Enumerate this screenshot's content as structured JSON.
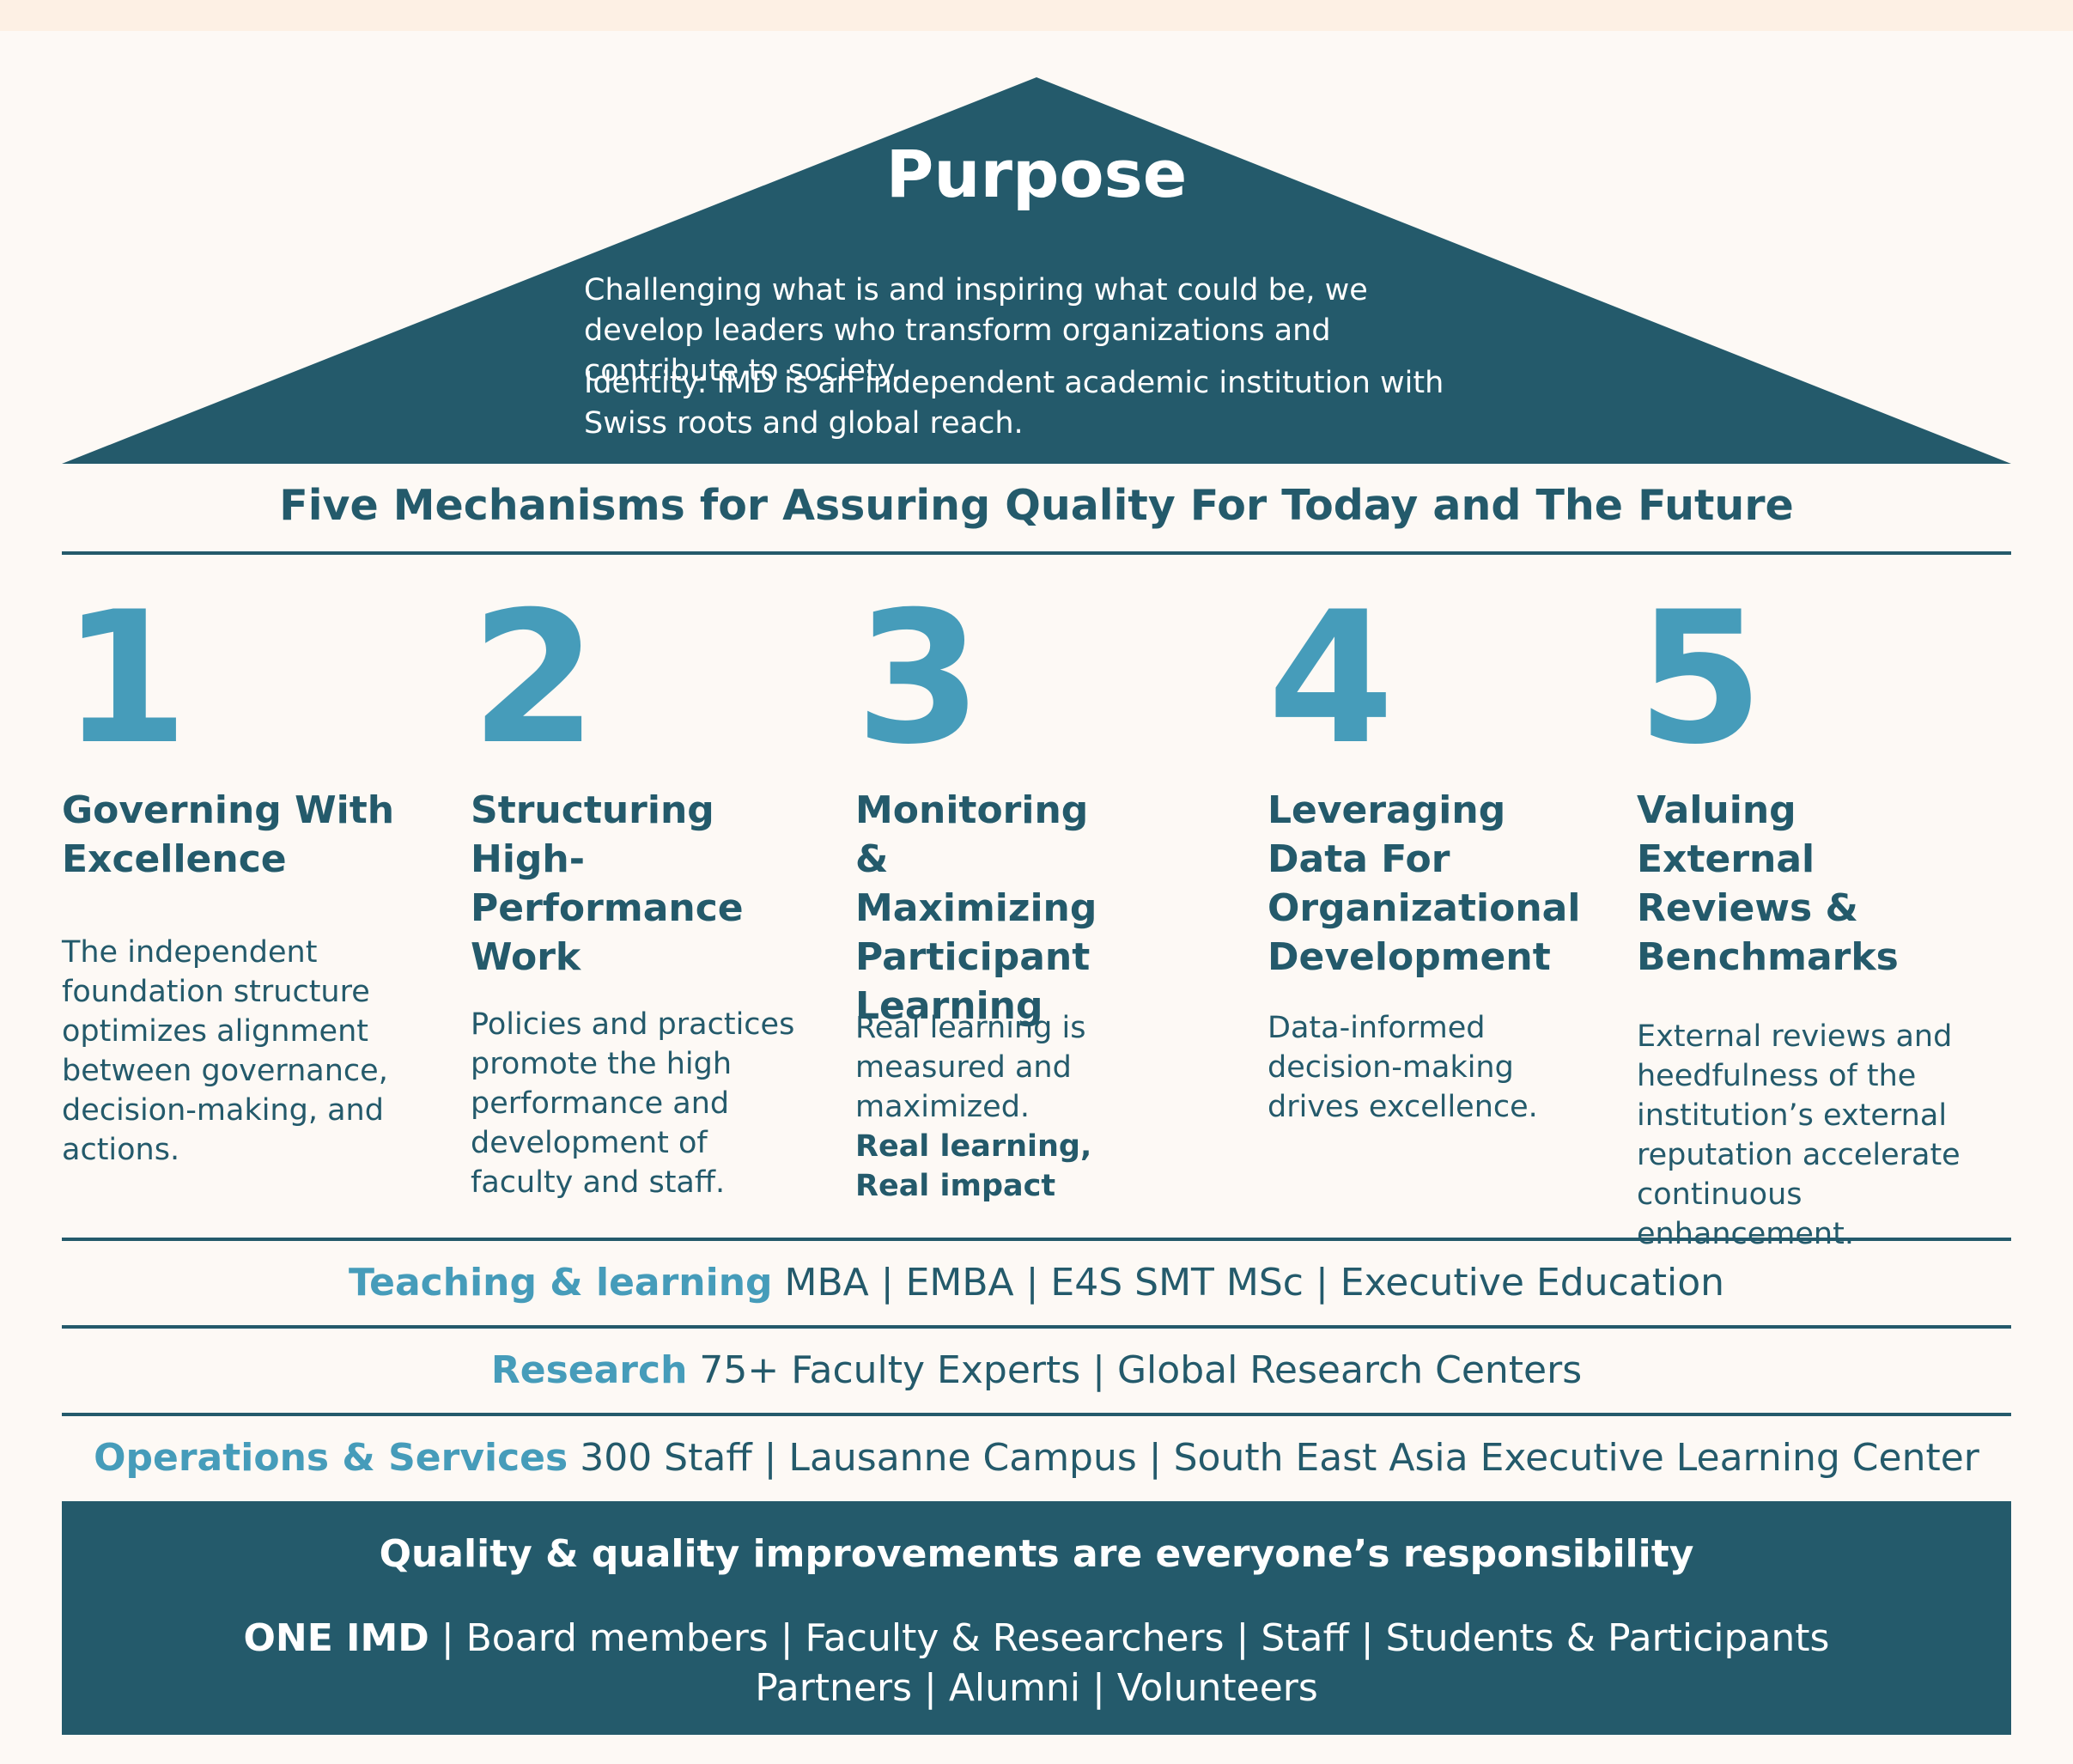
{
  "purpose": {
    "title": "Purpose",
    "statement": "Challenging what is and inspiring what could be, we develop leaders who transform organizations and contribute to society.",
    "identity": "Identity: IMD is an independent academic institution with Swiss roots and global reach."
  },
  "mechanisms": {
    "heading": "Five Mechanisms for Assuring Quality For Today and The Future",
    "items": [
      {
        "number": "1",
        "title": "Governing With Excellence",
        "description": "The independent foundation structure optimizes alignment between governance, decision-making, and actions.",
        "emphasis": ""
      },
      {
        "number": "2",
        "title": "Structuring High-Performance Work",
        "description": "Policies and practices promote the high performance and development of faculty and staff.",
        "emphasis": ""
      },
      {
        "number": "3",
        "title": "Monitoring & Maximizing Participant Learning",
        "description": "Real learning is measured and maximized.",
        "emphasis": "Real learning, Real impact"
      },
      {
        "number": "4",
        "title": "Leveraging Data For Organizational Development",
        "description": "Data-informed decision-making drives excellence.",
        "emphasis": ""
      },
      {
        "number": "5",
        "title": "Valuing External Reviews & Benchmarks",
        "description": "External reviews and heedfulness of the institution’s external reputation accelerate continuous enhancement.",
        "emphasis": ""
      }
    ]
  },
  "pillars": [
    {
      "label": "Teaching & learning",
      "text": "MBA | EMBA | E4S SMT MSc | Executive Education"
    },
    {
      "label": "Research",
      "text": "75+ Faculty Experts | Global Research Centers"
    },
    {
      "label": "Operations & Services",
      "text": "300 Staff | Lausanne Campus | South East Asia Executive Learning Center"
    }
  ],
  "footer": {
    "heading": "Quality & quality improvements are everyone’s responsibility",
    "one_imd": "ONE IMD",
    "line1": "| Board members | Faculty & Researchers | Staff | Students & Participants",
    "line2": "Partners | Alumni | Volunteers"
  },
  "colors": {
    "dark_teal": "#245a6b",
    "accent_blue": "#469cba",
    "background": "#fdf9f5"
  }
}
